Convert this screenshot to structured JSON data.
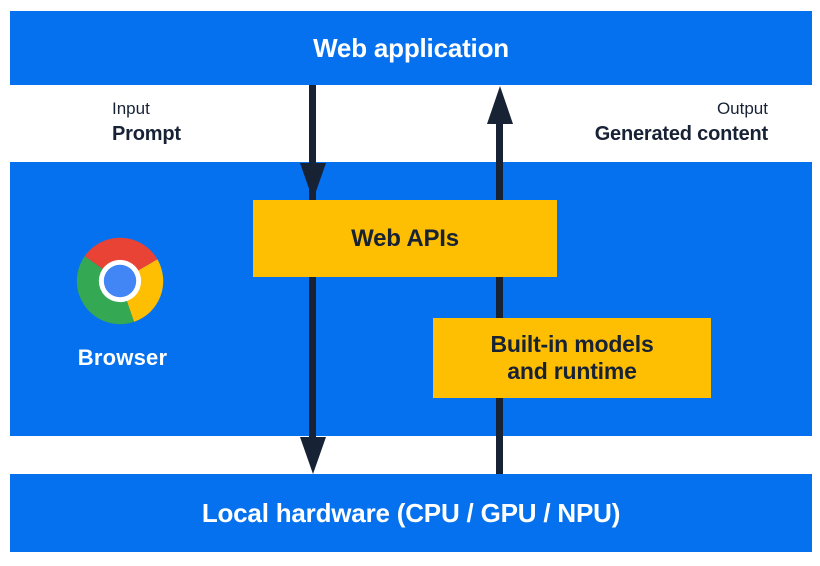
{
  "colors": {
    "panel_blue": "#0571EE",
    "accent_yellow": "#FEBE02",
    "ink_navy": "#172235",
    "chrome_red": "#E94335",
    "chrome_green": "#34A853",
    "chrome_blue": "#4285F4",
    "white": "#FFFFFF"
  },
  "web_application": {
    "label": "Web application"
  },
  "io": {
    "input_title": "Input",
    "input_value": "Prompt",
    "output_title": "Output",
    "output_value": "Generated content"
  },
  "browser": {
    "label": "Browser",
    "web_apis_label": "Web APIs",
    "builtin_line1": "Built-in models",
    "builtin_line2": "and runtime"
  },
  "local_hardware": {
    "label": "Local hardware (CPU / GPU / NPU)"
  },
  "icons": {
    "chrome_logo": "chrome-browser-logo",
    "down_arrow": "prompt-flow-down-arrow",
    "up_arrow": "generated-content-up-arrow"
  }
}
